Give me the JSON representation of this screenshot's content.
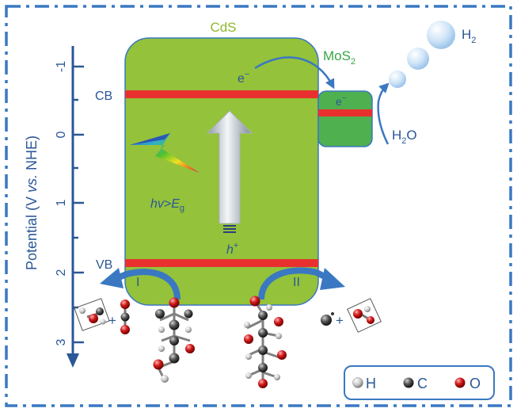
{
  "axis": {
    "label_prefix": "Potential (V ",
    "label_italic": "vs.",
    "label_suffix": " NHE)",
    "ticks": [
      "-1",
      "0",
      "1",
      "2",
      "3"
    ]
  },
  "cds": {
    "label": "CdS",
    "cb_label": "CB",
    "vb_label": "VB"
  },
  "mos2": {
    "label_main": "MoS",
    "label_sub": "2",
    "electron": "e"
  },
  "electron": {
    "symbol": "e",
    "superscript": "−"
  },
  "hole": {
    "symbol": "h",
    "superscript": "+"
  },
  "light": {
    "hv": "hv",
    "gt": ">",
    "E": "E",
    "sub": "g"
  },
  "products": {
    "h2_main": "H",
    "h2_sub": "2",
    "h2o_main": "H",
    "h2o_sub": "2",
    "h2o_tail": "O"
  },
  "pathways": {
    "left": "I",
    "right": "II"
  },
  "legend": [
    {
      "label": "H",
      "atom": "hydrogen"
    },
    {
      "label": "C",
      "atom": "carbon"
    },
    {
      "label": "O",
      "atom": "oxygen"
    }
  ],
  "colors": {
    "border": "#3a78c2",
    "cds_fill": "#94c23a",
    "band_red": "#e8312f",
    "mos2_fill": "#4fb04f",
    "arrow_blue": "#3a78c2",
    "text_blue": "#2b5797",
    "label_green": "#8db82b",
    "mos2_label": "#3aa645"
  }
}
